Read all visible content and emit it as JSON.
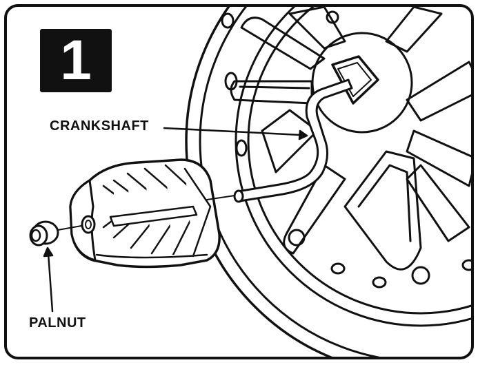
{
  "step": {
    "number": "1"
  },
  "labels": {
    "crankshaft": "CRANKSHAFT",
    "palnut": "PALNUT"
  },
  "colors": {
    "ink": "#111111",
    "paper": "#ffffff"
  }
}
